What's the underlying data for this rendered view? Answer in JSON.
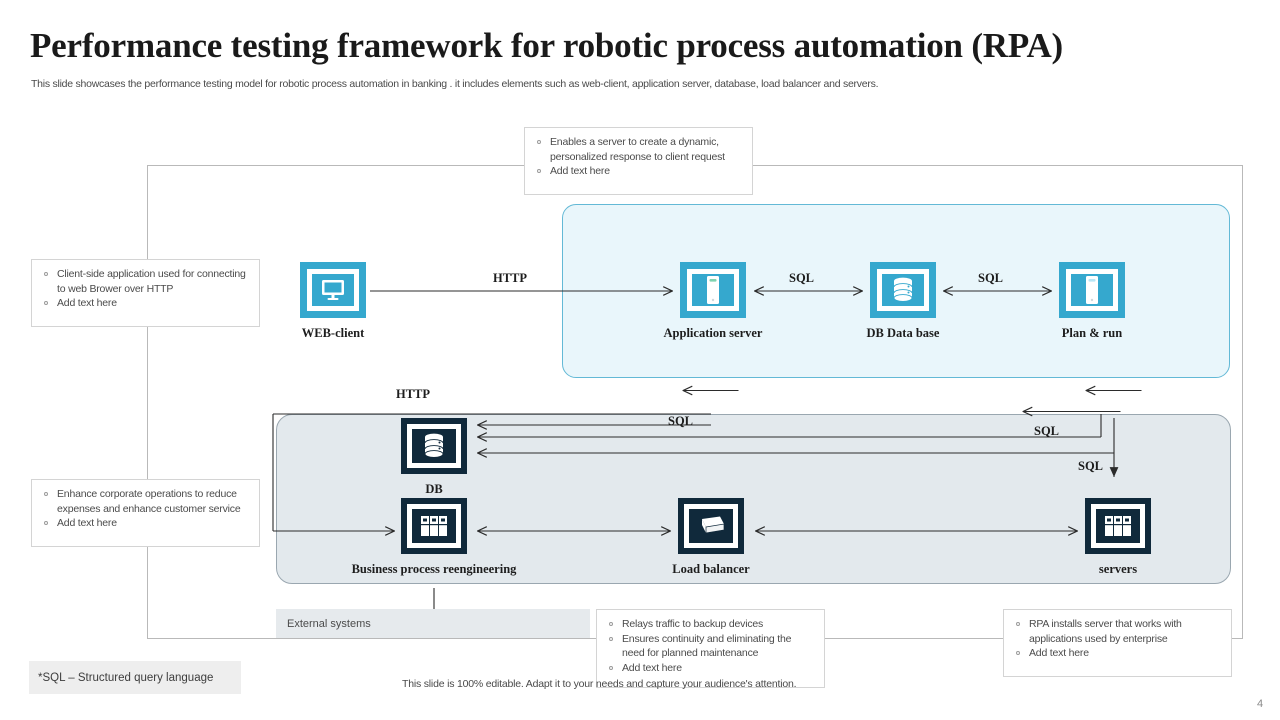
{
  "header": {
    "title": "Performance testing framework for robotic process automation (RPA)",
    "subtitle": "This slide showcases the performance testing model for robotic process automation in banking . it includes elements such as web-client, application server, database, load balancer and servers."
  },
  "callouts": {
    "app_server": {
      "name": "application-server-callout",
      "items": [
        "Enables a server to create a dynamic, personalized response to client request",
        "Add text here"
      ]
    },
    "web_client": {
      "name": "web-client-callout",
      "items": [
        "Client-side application used for connecting to web Brower over HTTP",
        "Add text here"
      ]
    },
    "bpr": {
      "name": "business-process-callout",
      "items": [
        "Enhance corporate operations to reduce expenses and enhance customer service",
        "Add text here"
      ]
    },
    "load_balancer": {
      "name": "load-balancer-callout",
      "items": [
        "Relays traffic to backup devices",
        "Ensures continuity and eliminating the need for planned maintenance",
        "Add text here"
      ]
    },
    "rpa": {
      "name": "rpa-callout",
      "items": [
        "RPA installs server that works with applications used by enterprise",
        "Add text here"
      ]
    }
  },
  "nodes": {
    "web_client": {
      "label": "WEB-client",
      "icon": "monitor-icon",
      "style": "blue"
    },
    "app_server": {
      "label": "Application server",
      "icon": "server-tower-icon",
      "style": "blue"
    },
    "db_database": {
      "label": "DB Data base",
      "icon": "database-icon",
      "style": "blue"
    },
    "plan_run": {
      "label": "Plan & run",
      "icon": "server-tower-icon",
      "style": "blue"
    },
    "db": {
      "label": "DB",
      "icon": "database-icon",
      "style": "dark"
    },
    "bpr": {
      "label": "Business process reengineering",
      "icon": "server-rack-icon",
      "style": "dark"
    },
    "load_balancer": {
      "label": "Load balancer",
      "icon": "load-balancer-icon",
      "style": "dark"
    },
    "servers": {
      "label": "servers",
      "icon": "server-rack-icon",
      "style": "dark"
    }
  },
  "edge_labels": {
    "http_top": "HTTP",
    "sql_app_to_db": "SQL",
    "sql_db_to_plan": "SQL",
    "http_bottom": "HTTP",
    "sql_mid": "SQL",
    "sql_right": "SQL",
    "sql_down": "SQL"
  },
  "strips": {
    "external_systems": "External systems"
  },
  "footnote": "*SQL – Structured query language",
  "footer": {
    "note": "This slide is 100% editable. Adapt it to your needs and capture your audience's attention.",
    "page_number": "4"
  },
  "colors": {
    "accent_blue": "#35a8ce",
    "dark_navy": "#10293b",
    "panel_top_bg": "#e9f6fb",
    "panel_bottom_bg": "#e3e9ed",
    "frame_border": "#b9b9b9"
  }
}
